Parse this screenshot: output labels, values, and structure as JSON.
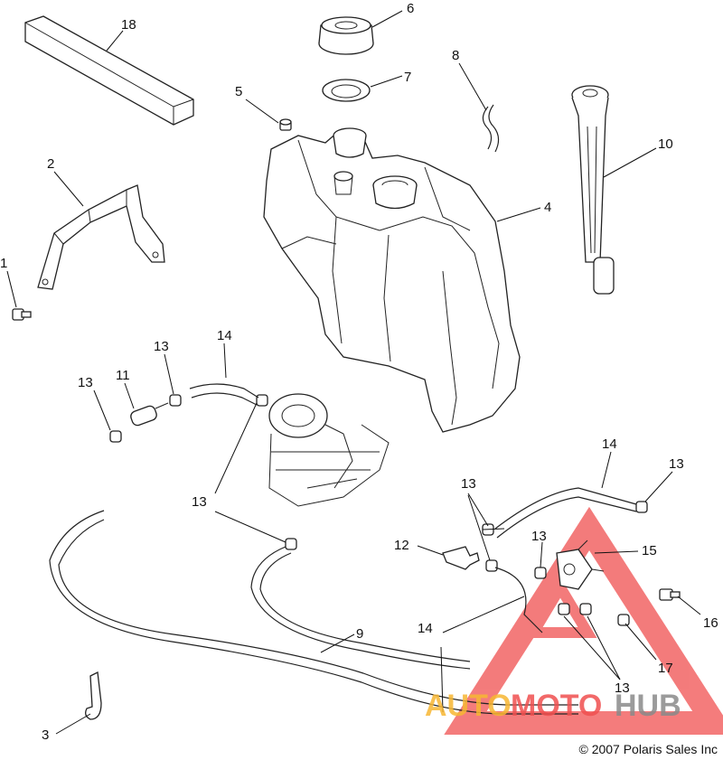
{
  "callouts": [
    {
      "id": "c18",
      "text": "18"
    },
    {
      "id": "c6",
      "text": "6"
    },
    {
      "id": "c7",
      "text": "7"
    },
    {
      "id": "c8",
      "text": "8"
    },
    {
      "id": "c5",
      "text": "5"
    },
    {
      "id": "c10",
      "text": "10"
    },
    {
      "id": "c4",
      "text": "4"
    },
    {
      "id": "c2",
      "text": "2"
    },
    {
      "id": "c1",
      "text": "1"
    },
    {
      "id": "c14a",
      "text": "14"
    },
    {
      "id": "c13a",
      "text": "13"
    },
    {
      "id": "c11",
      "text": "11"
    },
    {
      "id": "c13b",
      "text": "13"
    },
    {
      "id": "c13c",
      "text": "13"
    },
    {
      "id": "c14b",
      "text": "14"
    },
    {
      "id": "c13d",
      "text": "13"
    },
    {
      "id": "c13e",
      "text": "13"
    },
    {
      "id": "c12",
      "text": "12"
    },
    {
      "id": "c13f",
      "text": "13"
    },
    {
      "id": "c15",
      "text": "15"
    },
    {
      "id": "c16",
      "text": "16"
    },
    {
      "id": "c9",
      "text": "9"
    },
    {
      "id": "c14c",
      "text": "14"
    },
    {
      "id": "c17",
      "text": "17"
    },
    {
      "id": "c13g",
      "text": "13"
    },
    {
      "id": "c3",
      "text": "3"
    }
  ],
  "copyright": "© 2007  Polaris Sales Inc",
  "watermark": {
    "part1": "AUTO",
    "part2": "MOTO",
    "part3": "HUB",
    "color_orange": "#f7b733",
    "color_red": "#f05050",
    "color_gray": "#8a8a8a"
  }
}
